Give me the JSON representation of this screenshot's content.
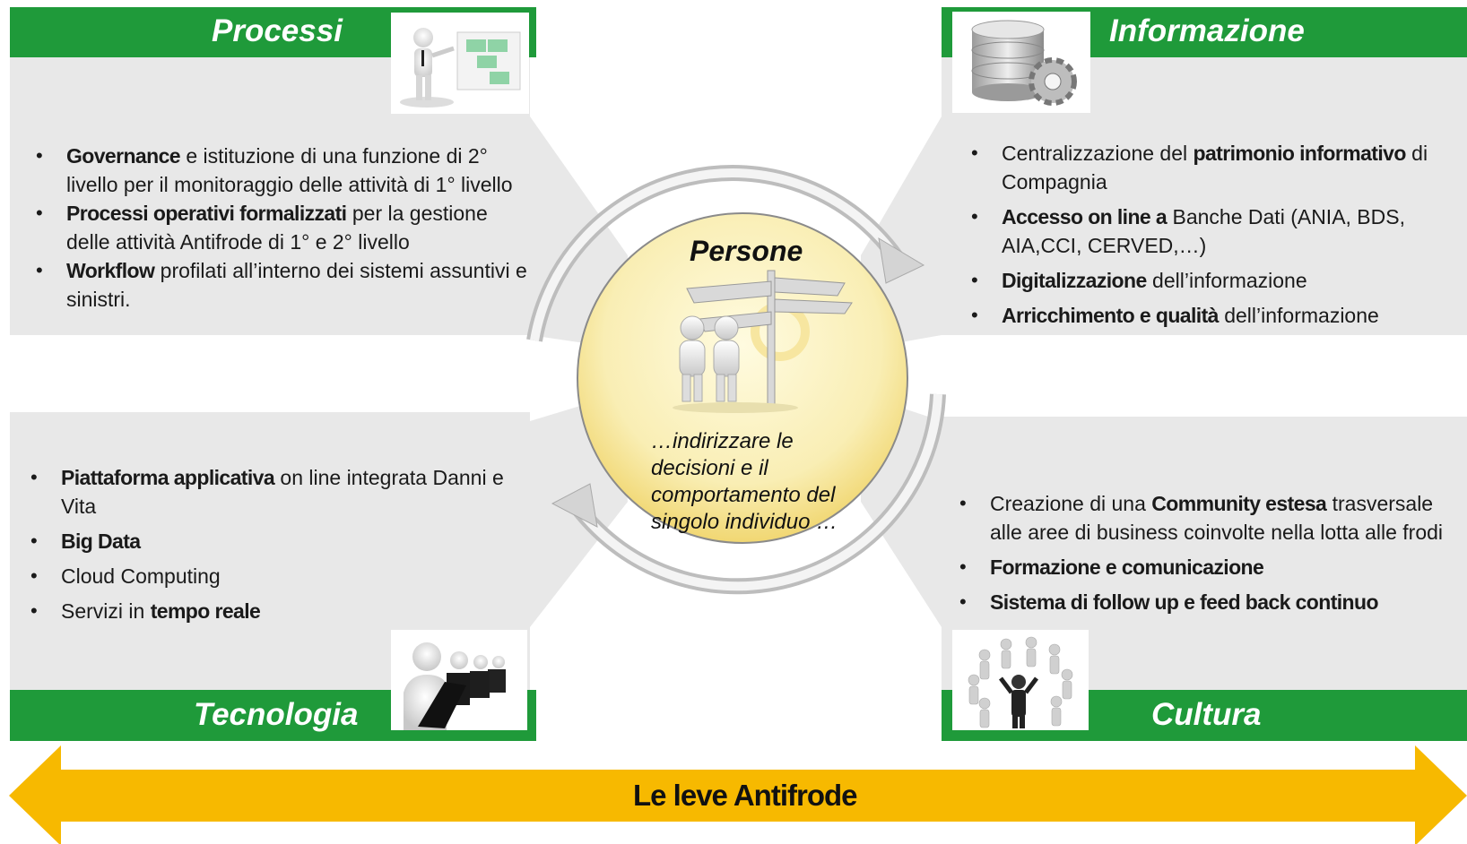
{
  "colors": {
    "green": "#1f9a3a",
    "panel": "#e8e8e8",
    "arrow": "#f7b900",
    "circle": "#f7ecb0"
  },
  "processi": {
    "title": "Processi",
    "bullets": [
      {
        "bold": "Governance",
        "text": "  e istituzione di una funzione di 2° livello per il monitoraggio delle attività di 1° livello"
      },
      {
        "bold": "Processi operativi formalizzati",
        "text": " per la gestione delle attività Antifrode di 1° e 2° livello"
      },
      {
        "bold": "Workflow",
        "text": " profilati all’interno dei sistemi assuntivi e sinistri."
      }
    ],
    "icon": "presenter-chart-icon"
  },
  "informazione": {
    "title": "Informazione",
    "bullets": [
      {
        "pre": "Centralizzazione del ",
        "bold": "patrimonio informativo",
        "text": " di Compagnia"
      },
      {
        "pre": "",
        "bold": "Accesso on line a",
        "text": "  Banche Dati  (ANIA, BDS, AIA,CCI, CERVED,…)"
      },
      {
        "pre": "",
        "bold": "Digitalizzazione",
        "text": " dell’informazione"
      },
      {
        "pre": "",
        "bold": "Arricchimento e qualità",
        "text": " dell’informazione"
      }
    ],
    "icon": "database-gear-icon"
  },
  "tecnologia": {
    "title": "Tecnologia",
    "bullets": [
      {
        "pre": "",
        "bold": "Piattaforma applicativa",
        "text": " on line  integrata Danni e Vita"
      },
      {
        "pre": "",
        "bold": "Big Data",
        "text": ""
      },
      {
        "pre": "Cloud Computing",
        "bold": "",
        "text": ""
      },
      {
        "pre": "Servizi in ",
        "bold": "tempo reale",
        "text": ""
      }
    ],
    "icon": "laptop-users-icon"
  },
  "cultura": {
    "title": "Cultura",
    "bullets": [
      {
        "pre": "Creazione di una ",
        "bold": "Community estesa",
        "text": " trasversale alle aree di business coinvolte nella lotta alle frodi"
      },
      {
        "pre": "",
        "bold": "Formazione e comunicazione",
        "text": ""
      },
      {
        "pre": "",
        "bold": "Sistema di follow up e feed back continuo",
        "text": ""
      }
    ],
    "icon": "people-circle-icon"
  },
  "persone": {
    "title": "Persone",
    "quote": "…indirizzare  le decisioni e il comportamento del singolo individuo …",
    "icon": "signpost-people-icon"
  },
  "footer": {
    "label": "Le leve Antifrode"
  }
}
